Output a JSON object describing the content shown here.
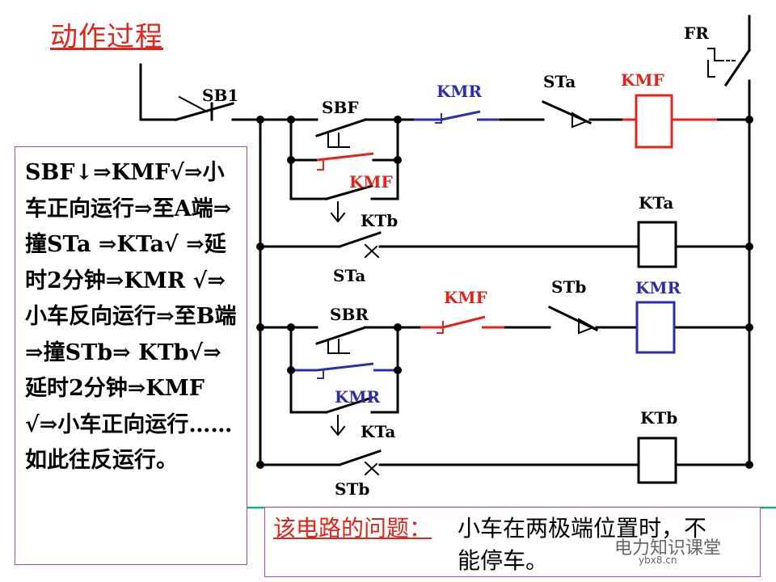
{
  "title": "动作过程",
  "explanation_text": "SBF↓⇒KMF√⇒小车正向运行⇒至A端⇒撞STa ⇒KTa√ ⇒延时2分钟⇒KMR √⇒小车反向运行⇒至B端⇒撞STb⇒ KTb√⇒延时2分钟⇒KMF √⇒小车正向运行……如此往反运行。",
  "problem": {
    "label": "该电路的问题：",
    "line1": "小车在两极端位置时，不",
    "line2": "能停车。"
  },
  "watermark": {
    "text": "电力知识课堂",
    "sub": "ybx8.cn"
  },
  "components": {
    "fr": "FR",
    "sb1": "SB1",
    "sbf": "SBF",
    "kmr_nc_top": "KMR",
    "sta_top": "STa",
    "kmf_coil": "KMF",
    "kmf_hold": "KMF",
    "ktb_top": "KTb",
    "kta_coil": "KTa",
    "sta_mid": "STa",
    "sbr": "SBR",
    "kmf_nc_bottom": "KMF",
    "stb_top": "STb",
    "kmr_coil": "KMR",
    "kmr_hold": "KMR",
    "kta_bottom": "KTa",
    "ktb_coil": "KTb",
    "stb_bottom": "STb"
  },
  "colors": {
    "red": "#e0251b",
    "blue": "#2b2fa8",
    "black": "#000000",
    "box_border": "#b04ab0",
    "green_line": "#1aa88a"
  }
}
